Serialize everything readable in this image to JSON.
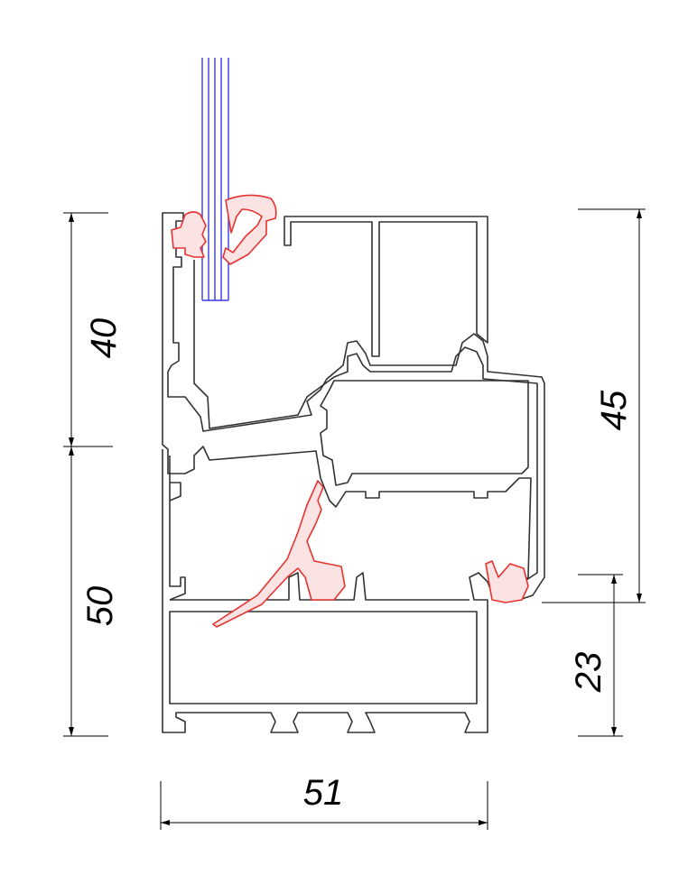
{
  "dimensions": {
    "frame_top_height": "40",
    "frame_bottom_height": "50",
    "sash_height": "45",
    "bottom_offset": "23",
    "total_width": "51"
  },
  "colors": {
    "profile": "#333333",
    "gasket": "#e8322f",
    "glass": "#3a3ae8"
  }
}
